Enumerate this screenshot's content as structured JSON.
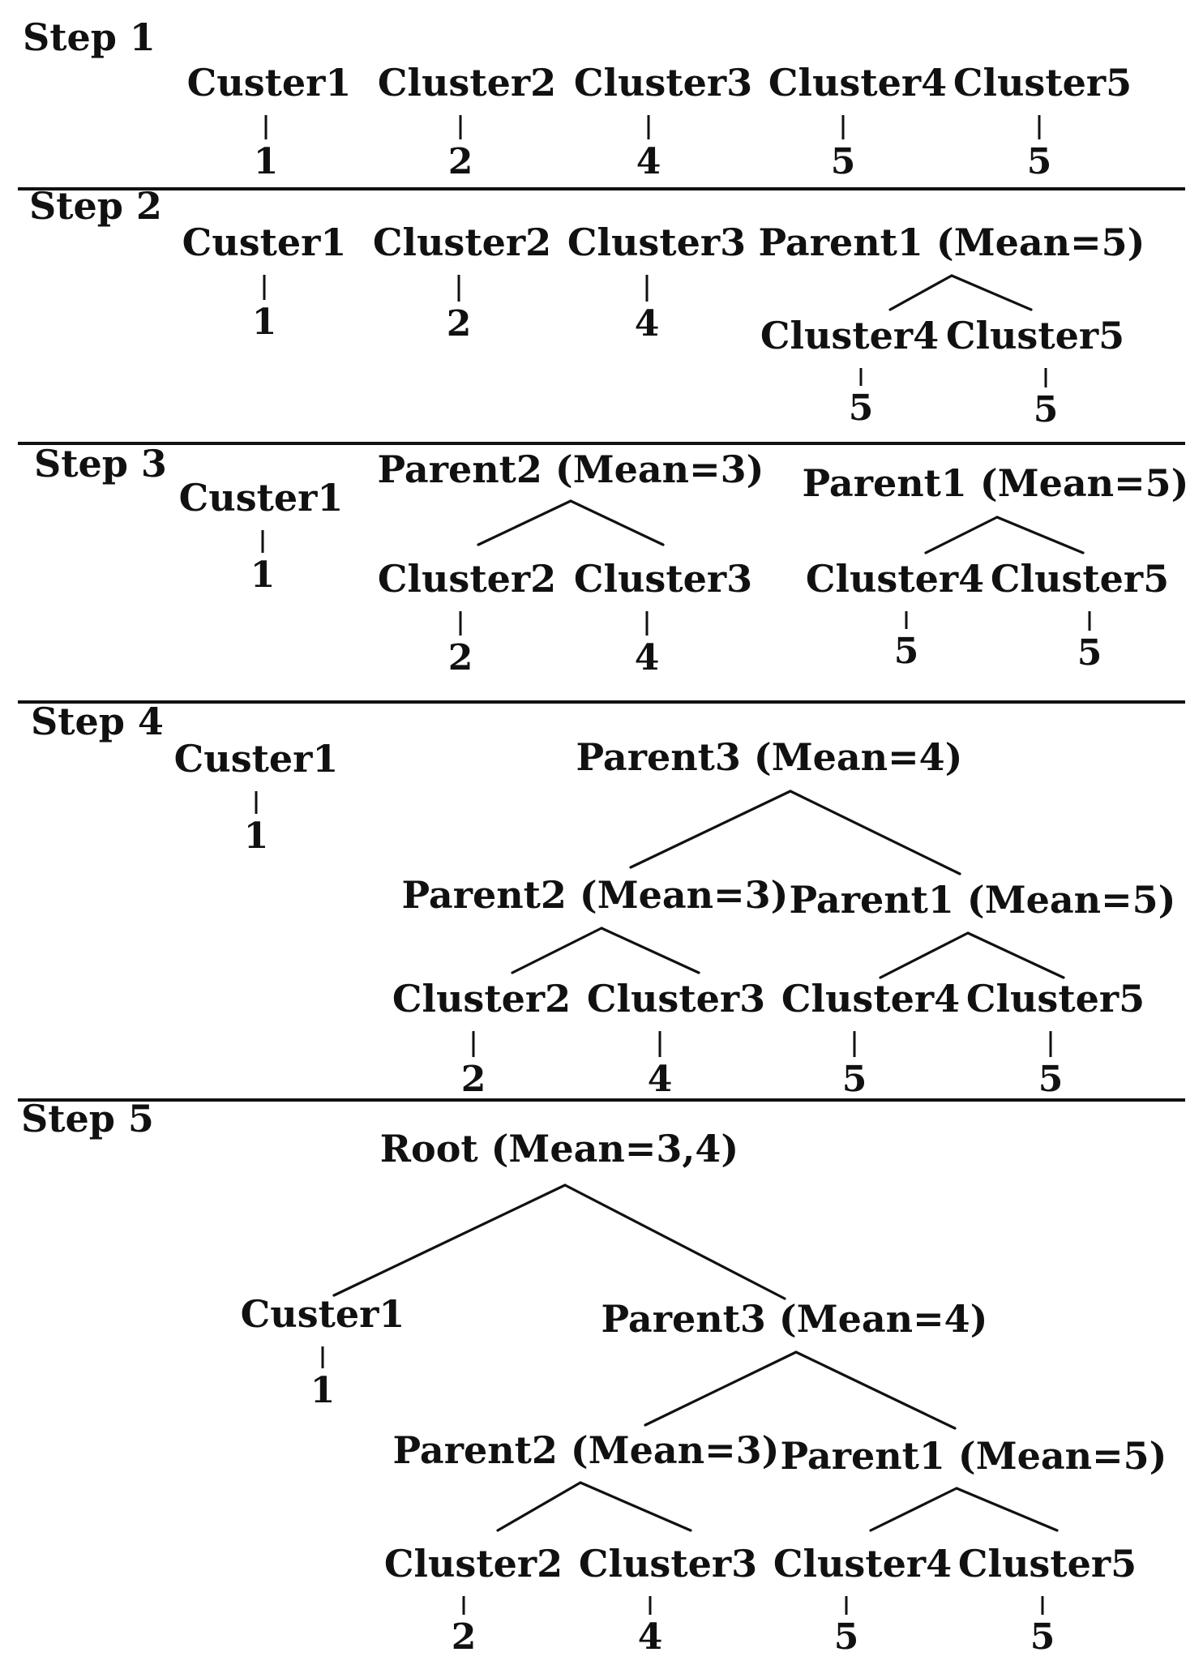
{
  "steps": [
    {
      "label": "Step 1",
      "nodes": [
        {
          "id": "c1",
          "label": "Custer1",
          "value": "1"
        },
        {
          "id": "c2",
          "label": "Cluster2",
          "value": "2"
        },
        {
          "id": "c3",
          "label": "Cluster3",
          "value": "4"
        },
        {
          "id": "c4",
          "label": "Cluster4",
          "value": "5"
        },
        {
          "id": "c5",
          "label": "Cluster5",
          "value": "5"
        }
      ],
      "edges": []
    },
    {
      "label": "Step 2",
      "nodes": [
        {
          "id": "c1",
          "label": "Custer1",
          "value": "1"
        },
        {
          "id": "c2",
          "label": "Cluster2",
          "value": "2"
        },
        {
          "id": "c3",
          "label": "Cluster3",
          "value": "4"
        },
        {
          "id": "p1",
          "label": "Parent1 (Mean=5)"
        },
        {
          "id": "c4",
          "label": "Cluster4",
          "value": "5"
        },
        {
          "id": "c5",
          "label": "Cluster5",
          "value": "5"
        }
      ],
      "edges": [
        [
          "p1",
          "c4"
        ],
        [
          "p1",
          "c5"
        ]
      ]
    },
    {
      "label": "Step 3",
      "nodes": [
        {
          "id": "c1",
          "label": "Custer1",
          "value": "1"
        },
        {
          "id": "p2",
          "label": "Parent2 (Mean=3)"
        },
        {
          "id": "c2",
          "label": "Cluster2",
          "value": "2"
        },
        {
          "id": "c3",
          "label": "Cluster3",
          "value": "4"
        },
        {
          "id": "p1",
          "label": "Parent1 (Mean=5)"
        },
        {
          "id": "c4",
          "label": "Cluster4",
          "value": "5"
        },
        {
          "id": "c5",
          "label": "Cluster5",
          "value": "5"
        }
      ],
      "edges": [
        [
          "p2",
          "c2"
        ],
        [
          "p2",
          "c3"
        ],
        [
          "p1",
          "c4"
        ],
        [
          "p1",
          "c5"
        ]
      ]
    },
    {
      "label": "Step 4",
      "nodes": [
        {
          "id": "c1",
          "label": "Custer1",
          "value": "1"
        },
        {
          "id": "p3",
          "label": "Parent3 (Mean=4)"
        },
        {
          "id": "p2",
          "label": "Parent2 (Mean=3)"
        },
        {
          "id": "p1",
          "label": "Parent1 (Mean=5)"
        },
        {
          "id": "c2",
          "label": "Cluster2",
          "value": "2"
        },
        {
          "id": "c3",
          "label": "Cluster3",
          "value": "4"
        },
        {
          "id": "c4",
          "label": "Cluster4",
          "value": "5"
        },
        {
          "id": "c5",
          "label": "Cluster5",
          "value": "5"
        }
      ],
      "edges": [
        [
          "p3",
          "p2"
        ],
        [
          "p3",
          "p1"
        ],
        [
          "p2",
          "c2"
        ],
        [
          "p2",
          "c3"
        ],
        [
          "p1",
          "c4"
        ],
        [
          "p1",
          "c5"
        ]
      ]
    },
    {
      "label": "Step 5",
      "nodes": [
        {
          "id": "root",
          "label": "Root (Mean=3,4)"
        },
        {
          "id": "c1",
          "label": "Custer1",
          "value": "1"
        },
        {
          "id": "p3",
          "label": "Parent3 (Mean=4)"
        },
        {
          "id": "p2",
          "label": "Parent2 (Mean=3)"
        },
        {
          "id": "p1",
          "label": "Parent1 (Mean=5)"
        },
        {
          "id": "c2",
          "label": "Cluster2",
          "value": "2"
        },
        {
          "id": "c3",
          "label": "Cluster3",
          "value": "4"
        },
        {
          "id": "c4",
          "label": "Cluster4",
          "value": "5"
        },
        {
          "id": "c5",
          "label": "Cluster5",
          "value": "5"
        }
      ],
      "edges": [
        [
          "root",
          "c1"
        ],
        [
          "root",
          "p3"
        ],
        [
          "p3",
          "p2"
        ],
        [
          "p3",
          "p1"
        ],
        [
          "p2",
          "c2"
        ],
        [
          "p2",
          "c3"
        ],
        [
          "p1",
          "c4"
        ],
        [
          "p1",
          "c5"
        ]
      ]
    }
  ]
}
